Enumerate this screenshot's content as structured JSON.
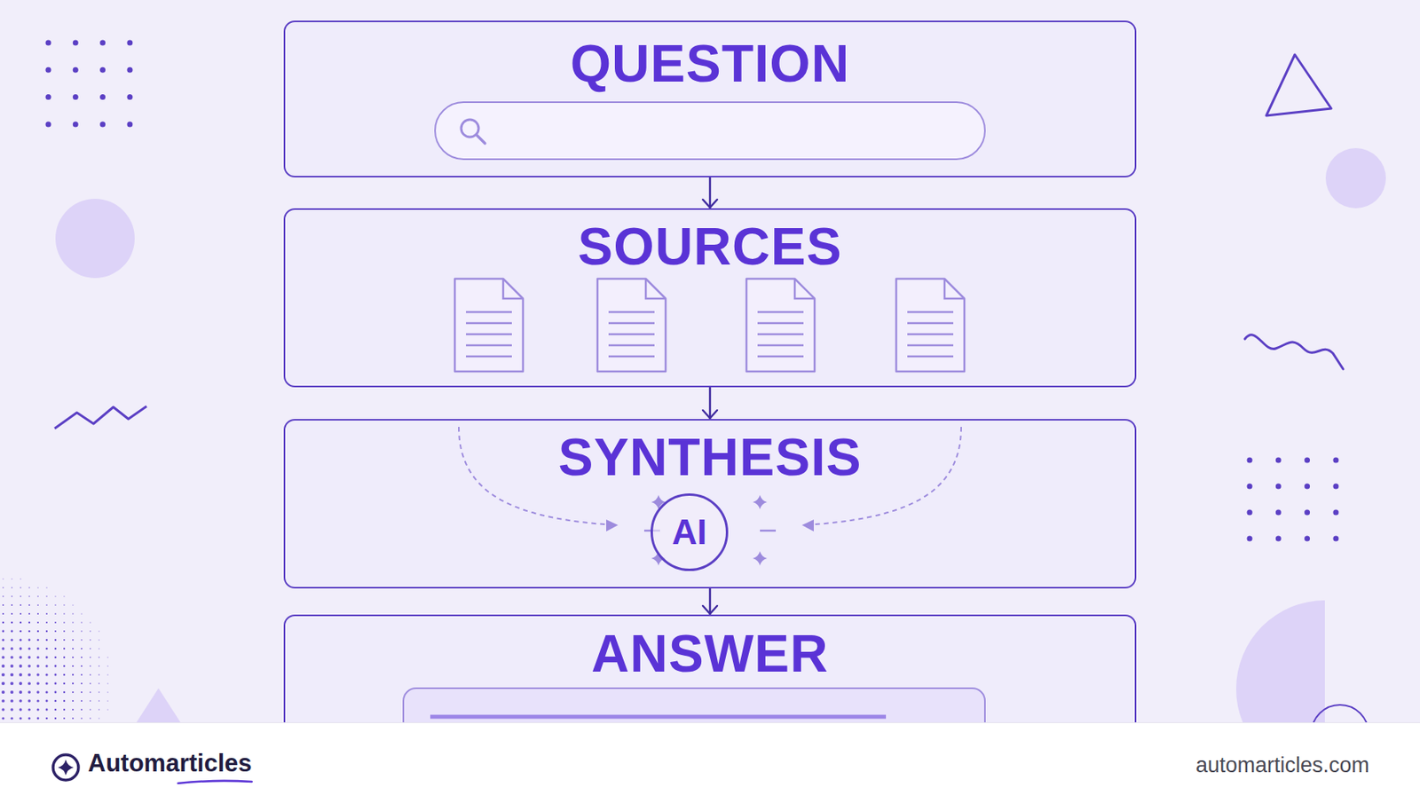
{
  "diagram": {
    "nodes": [
      {
        "text": [
          "QUESTION"
        ]
      },
      {
        "text": [
          "SOURCES"
        ]
      },
      {
        "text": [
          "SYNTHESIS"
        ]
      },
      {
        "text": [
          "AI"
        ],
        "in": 2
      },
      {
        "text": [
          "ANSWER"
        ]
      }
    ],
    "edges": [
      {
        "from": 0,
        "to": 1,
        "arrow": "to"
      },
      {
        "from": 1,
        "to": 2,
        "arrow": "to"
      },
      {
        "from": 2,
        "to": 4,
        "arrow": "to"
      }
    ],
    "labels": [
      "Automarticles",
      "automarticles.com"
    ]
  }
}
